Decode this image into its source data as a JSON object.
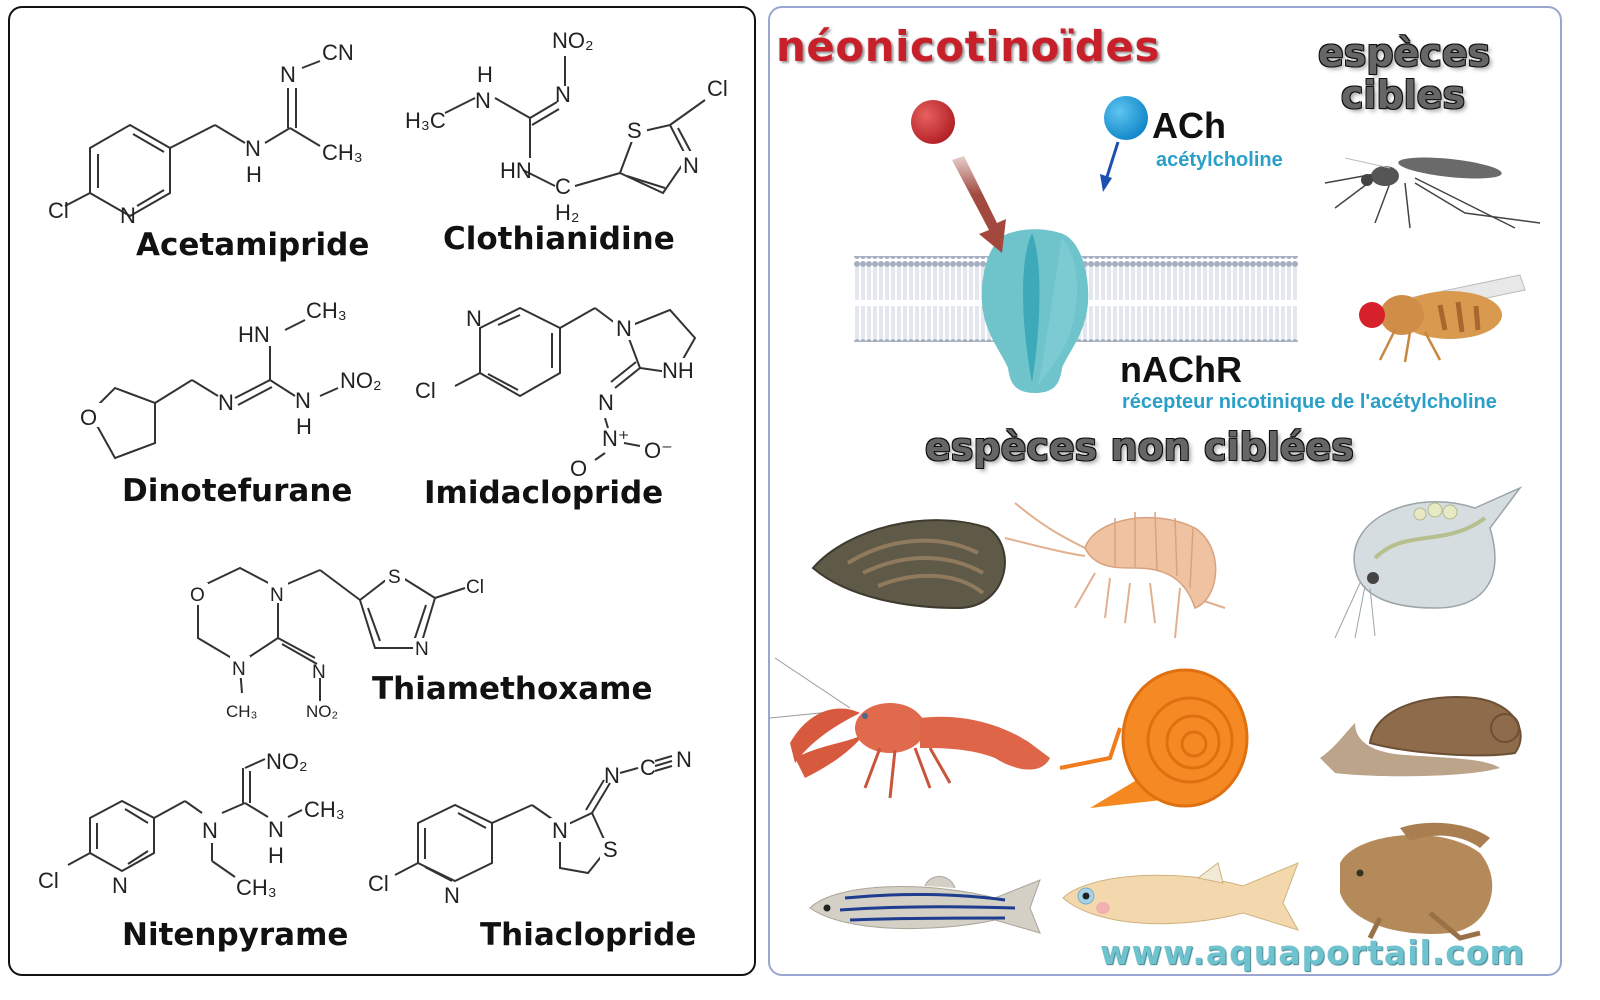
{
  "left_panel": {
    "molecules": [
      {
        "name": "Acetamipride",
        "labels": {
          "cn": "CN",
          "n_imine": "N",
          "nh_n": "N",
          "nh_h": "H",
          "ch3": "CH₃",
          "cl": "Cl",
          "ring_n": "N"
        }
      },
      {
        "name": "Clothianidine",
        "labels": {
          "no2": "NO₂",
          "n_top": "N",
          "nh_h": "H",
          "nh_n": "N",
          "h3c": "H₃C",
          "hn": "HN",
          "ch2_c": "C",
          "ch2_h": "H₂",
          "s": "S",
          "cl": "Cl",
          "ring_n": "N"
        }
      },
      {
        "name": "Dinotefurane",
        "labels": {
          "hn": "HN",
          "ch3": "CH₃",
          "no2": "NO₂",
          "n_imine": "N",
          "nh_n": "N",
          "nh_h": "H",
          "o": "O"
        }
      },
      {
        "name": "Imidaclopride",
        "labels": {
          "ring_n": "N",
          "cl": "Cl",
          "n1": "N",
          "nh": "NH",
          "n_imine": "N",
          "n_plus": "N⁺",
          "o_left": "O",
          "o_minus": "O⁻"
        }
      },
      {
        "name": "Thiamethoxame",
        "labels": {
          "o": "O",
          "n1": "N",
          "n2": "N",
          "ch3": "CH₃",
          "n_imine": "N",
          "no2": "NO₂",
          "s": "S",
          "cl": "Cl",
          "ring_n": "N"
        }
      },
      {
        "name": "Nitenpyrame",
        "labels": {
          "no2": "NO₂",
          "n": "N",
          "nh_n": "N",
          "nh_h": "H",
          "ch3_a": "CH₃",
          "ch3_b": "CH₃",
          "cl": "Cl",
          "ring_n": "N"
        }
      },
      {
        "name": "Thiaclopride",
        "labels": {
          "n_imine": "N",
          "c": "C",
          "n_triple": "N",
          "n_ring": "N",
          "s": "S",
          "cl": "Cl",
          "ring_n": "N"
        }
      }
    ]
  },
  "right_panel": {
    "title": "néonicotinoïdes",
    "target_species_title": "espèces cibles",
    "ach_label": "ACh",
    "ach_full": "acétylcholine",
    "receptor_label": "nAChR",
    "receptor_full": "récepteur nicotinique de l'acétylcholine",
    "non_target_title": "espèces non ciblées",
    "target_species": [
      "mosquito",
      "fruit-fly"
    ],
    "non_target_species": [
      "mussel",
      "amphipod",
      "daphnia",
      "crayfish",
      "ramshorn-snail",
      "pond-snail",
      "zebrafish",
      "medaka",
      "clawed-frog"
    ],
    "watermark": "www.aquaportail.com",
    "colors": {
      "title_red": "#c8202a",
      "ach_blue": "#2aa0c8",
      "neonic_ball": "#c62a2f",
      "ach_ball": "#1a96d8",
      "receptor": "#6fc4cb",
      "receptor_dark": "#3eaab9",
      "membrane": "#aab4c4",
      "watermark": "#6fc3cf"
    }
  }
}
